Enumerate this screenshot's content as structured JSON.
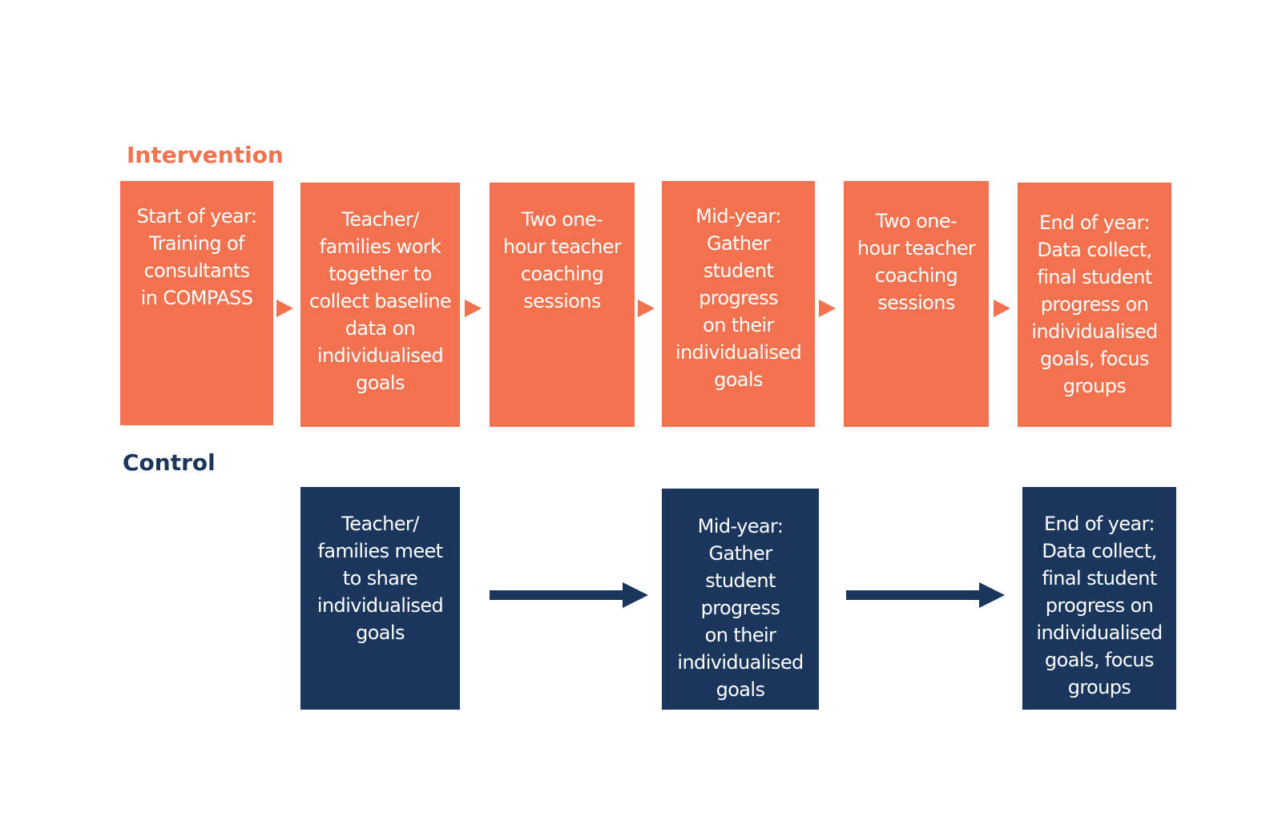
{
  "colors": {
    "intervention": "#f2724f",
    "control": "#1b365d",
    "box_text": "#ffffff",
    "background": "#ffffff"
  },
  "intervention": {
    "label": "Intervention",
    "steps": [
      "Start of year:\nTraining of\nconsultants\nin COMPASS",
      "Teacher/\nfamilies work\ntogether to\ncollect baseline\ndata on\nindividualised\ngoals",
      "Two one-\nhour teacher\ncoaching\nsessions",
      "Mid-year:\nGather\nstudent\nprogress\non their\nindividualised\ngoals",
      "Two one-\nhour teacher\ncoaching\nsessions",
      "End of year:\nData collect,\nfinal student\nprogress on\nindividualised\ngoals, focus\ngroups"
    ]
  },
  "control": {
    "label": "Control",
    "steps": [
      "Teacher/\nfamilies meet\nto share\nindividualised\ngoals",
      "Mid-year:\nGather\nstudent\nprogress\non their\nindividualised\ngoals",
      "End of year:\nData collect,\nfinal student\nprogress on\nindividualised\ngoals, focus\ngroups"
    ]
  }
}
